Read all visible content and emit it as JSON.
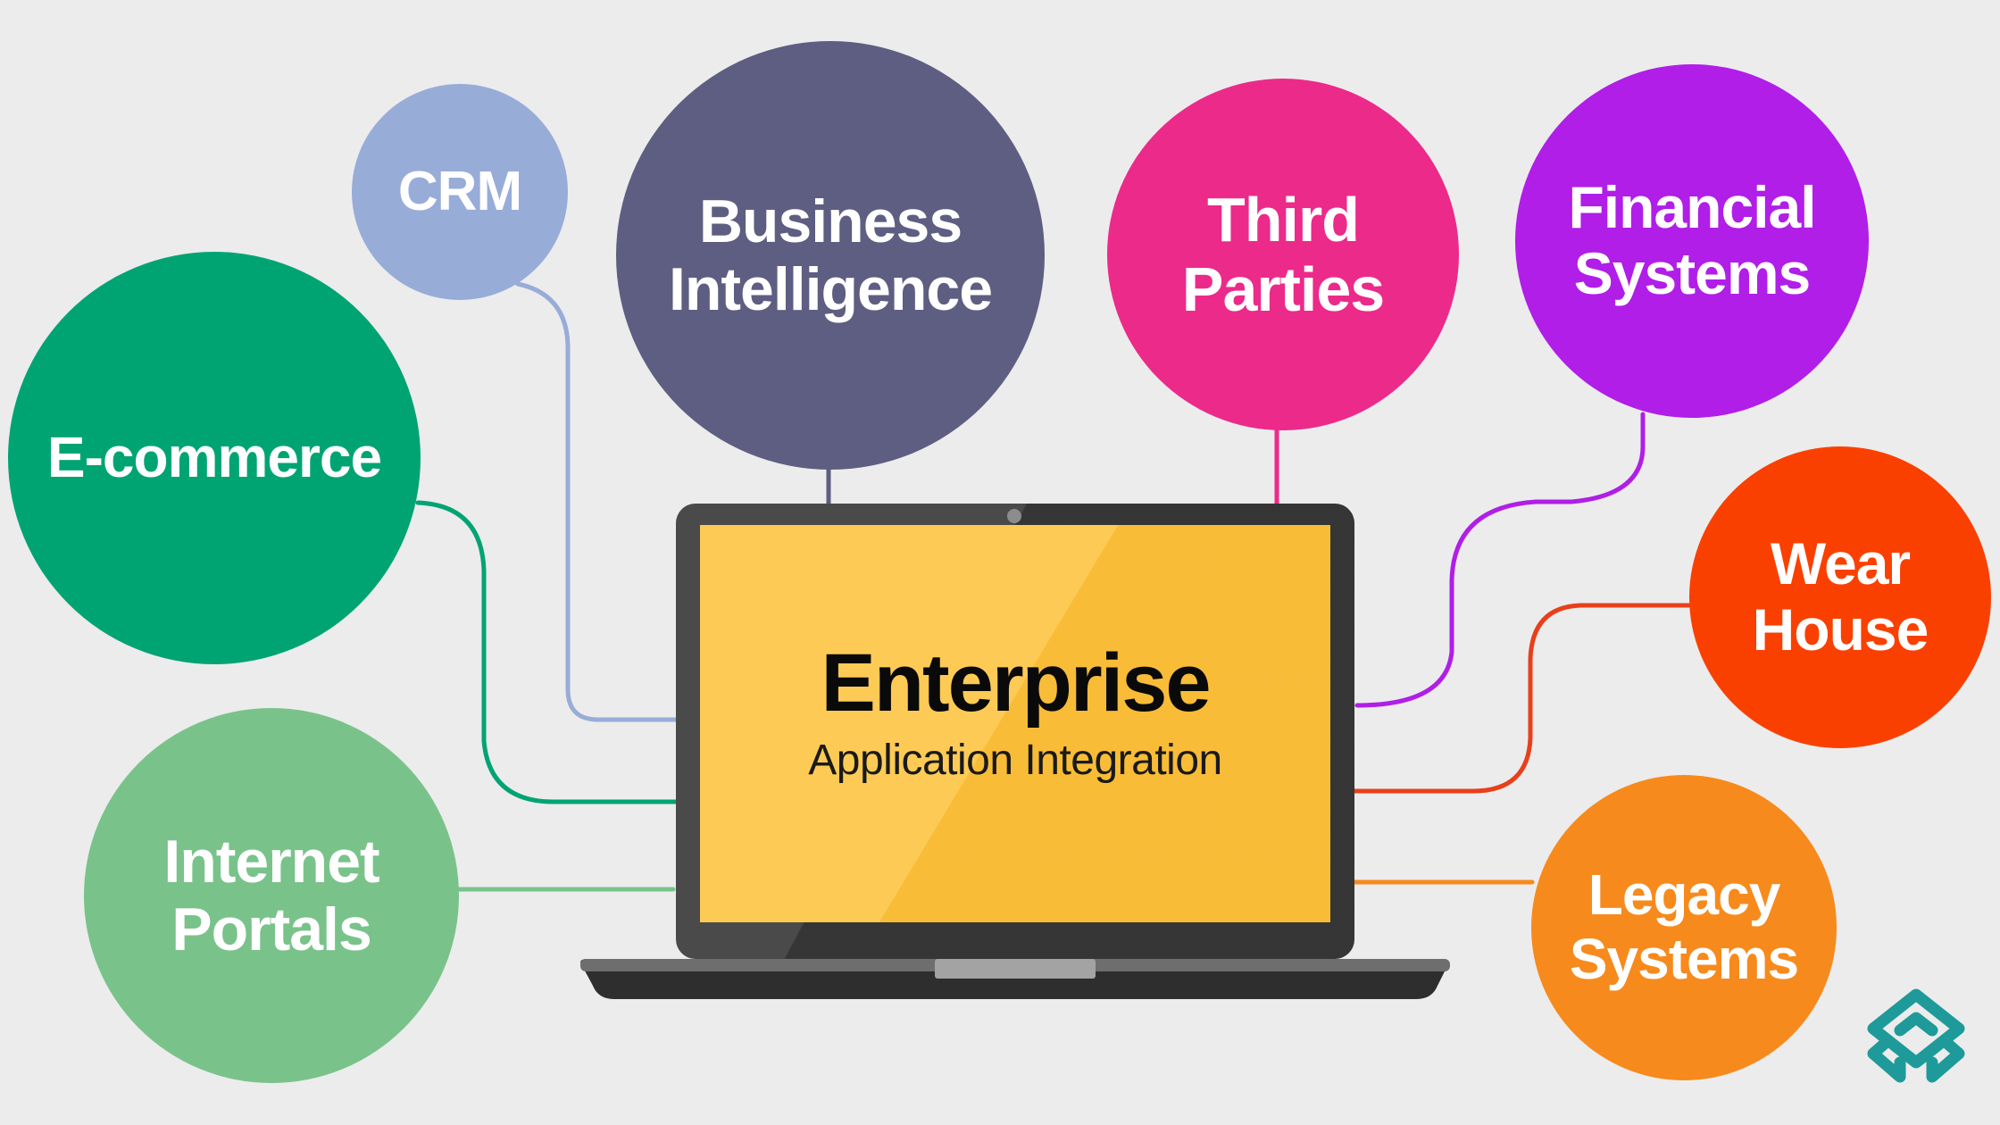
{
  "diagram": {
    "center": {
      "title": "Enterprise",
      "subtitle": "Application Integration",
      "screen_color": "#fdcb55",
      "bezel_color": "#4a4a4a"
    },
    "nodes": [
      {
        "id": "crm",
        "lines": [
          "CRM"
        ],
        "color": "#98acd8"
      },
      {
        "id": "business-intelligence",
        "lines": [
          "Business",
          "Intelligence"
        ],
        "color": "#5e5e82"
      },
      {
        "id": "third-parties",
        "lines": [
          "Third",
          "Parties"
        ],
        "color": "#ec2a8a"
      },
      {
        "id": "financial-systems",
        "lines": [
          "Financial",
          "Systems"
        ],
        "color": "#b01ee8"
      },
      {
        "id": "e-commerce",
        "lines": [
          "E-commerce"
        ],
        "color": "#00a473"
      },
      {
        "id": "wear-house",
        "lines": [
          "Wear",
          "House"
        ],
        "color": "#fa4000"
      },
      {
        "id": "internet-portals",
        "lines": [
          "Internet",
          "Portals"
        ],
        "color": "#79c38b"
      },
      {
        "id": "legacy-systems",
        "lines": [
          "Legacy",
          "Systems"
        ],
        "color": "#f78a1c"
      }
    ],
    "logo": {
      "icon": "brand-logo-icon",
      "color": "#1e9a9a"
    },
    "background": "#ececec"
  }
}
